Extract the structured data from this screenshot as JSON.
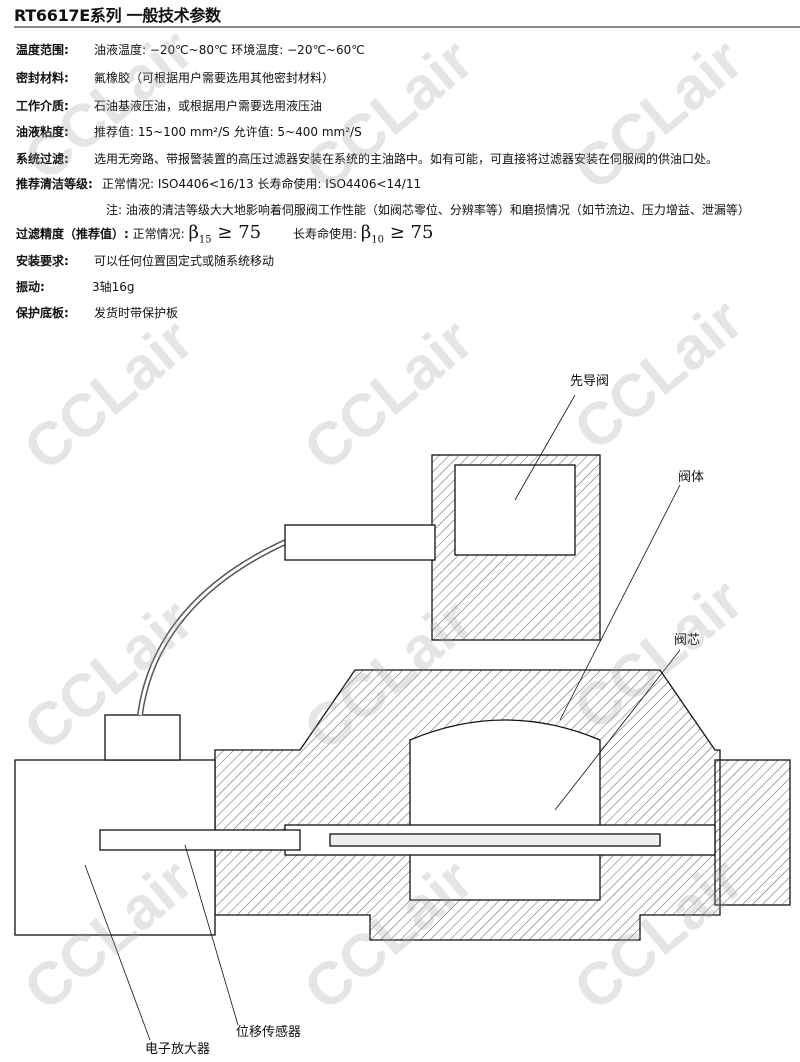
{
  "title": "RT6617E系列 一般技术参数",
  "specs": [
    {
      "label": "温度范围:",
      "value": "油液温度: −20℃~80℃    环境温度: −20℃~60℃"
    },
    {
      "label": "密封材料:",
      "value": "氟橡胶（可根据用户需要选用其他密封材料）"
    },
    {
      "label": "工作介质:",
      "value": "石油基液压油，或根据用户需要选用液压油"
    },
    {
      "label": "油液粘度:",
      "value": "推荐值: 15~100 mm²/S    允许值: 5~400 mm²/S"
    },
    {
      "label": "系统过滤:",
      "value": "选用无旁路、带报警装置的高压过滤器安装在系统的主油路中。如有可能，可直接将过滤器安装在伺服阀的供油口处。"
    },
    {
      "label": "推荐清洁等级:",
      "value": "正常情况:    ISO4406<16/13       长寿命使用:  ISO4406<14/11"
    },
    {
      "label": "",
      "value": "注: 油液的清洁等级大大地影响着伺服阀工作性能（如阀芯零位、分辨率等）和磨损情况（如节流边、压力增益、泄漏等）"
    },
    {
      "label": "过滤精度（推荐值）:",
      "normal_label": "正常情况:",
      "normal_beta": "β",
      "normal_sub": "15",
      "normal_val": "≥ 75",
      "long_label": "长寿命使用:",
      "long_beta": "β",
      "long_sub": "10",
      "long_val": "≥ 75"
    },
    {
      "label": "安装要求:",
      "value": "可以任何位置固定式或随系统移动"
    },
    {
      "label": "振动:",
      "value": "3轴16g"
    },
    {
      "label": "保护底板:",
      "value": "发货时带保护板"
    }
  ],
  "callouts": {
    "pilot": "先导阀",
    "body": "阀体",
    "spool": "阀芯",
    "amplifier": "电子放大器",
    "sensor": "位移传感器"
  },
  "watermark": "CCLair"
}
